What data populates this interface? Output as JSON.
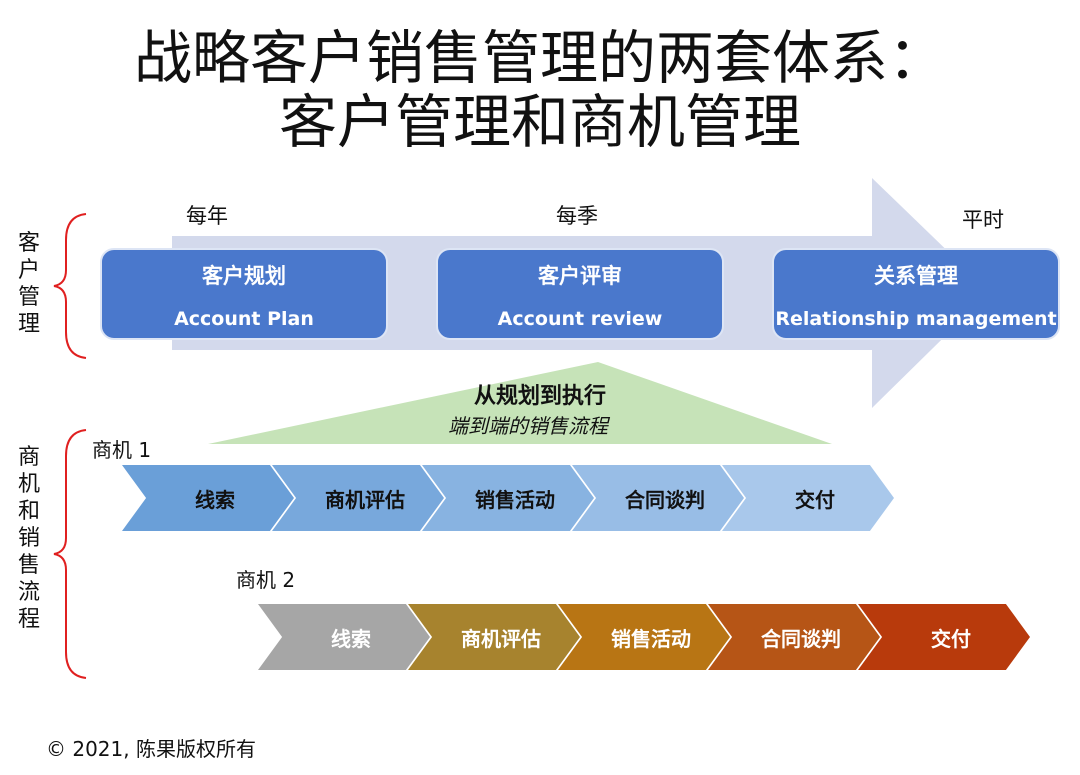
{
  "title": {
    "line1": "战略客户销售管理的两套体系：",
    "line2": "客户管理和商机管理"
  },
  "account_mgmt": {
    "side_label": "客户管理",
    "frequencies": [
      "每年",
      "每季",
      "平时"
    ],
    "boxes": [
      {
        "zh": "客户规划",
        "en": "Account Plan"
      },
      {
        "zh": "客户评审",
        "en": "Account review"
      },
      {
        "zh": "关系管理",
        "en": "Relationship management"
      }
    ]
  },
  "bridge": {
    "title": "从规划到执行",
    "subtitle": "端到端的销售流程"
  },
  "opportunity_mgmt": {
    "side_label": "商机和销售流程",
    "opportunity1": {
      "label": "商机 1",
      "stages": [
        "线索",
        "商机评估",
        "销售活动",
        "合同谈判",
        "交付"
      ],
      "colors": [
        "#6a9fd8",
        "#78a8dc",
        "#88b3e1",
        "#98bde6",
        "#a9c8eb"
      ],
      "text_color": "#111111"
    },
    "opportunity2": {
      "label": "商机 2",
      "stages": [
        "线索",
        "商机评估",
        "销售活动",
        "合同谈判",
        "交付"
      ],
      "colors": [
        "#a6a6a6",
        "#a7832e",
        "#b87514",
        "#b65516",
        "#b83a0c"
      ],
      "text_color": "#ffffff"
    }
  },
  "colors": {
    "box_blue": "#4a78cc",
    "big_arrow": "#d3d9ec",
    "bracket_red": "#e02020",
    "triangle_green": "#c6e3b8"
  },
  "copyright": "© 2021, 陈果版权所有"
}
